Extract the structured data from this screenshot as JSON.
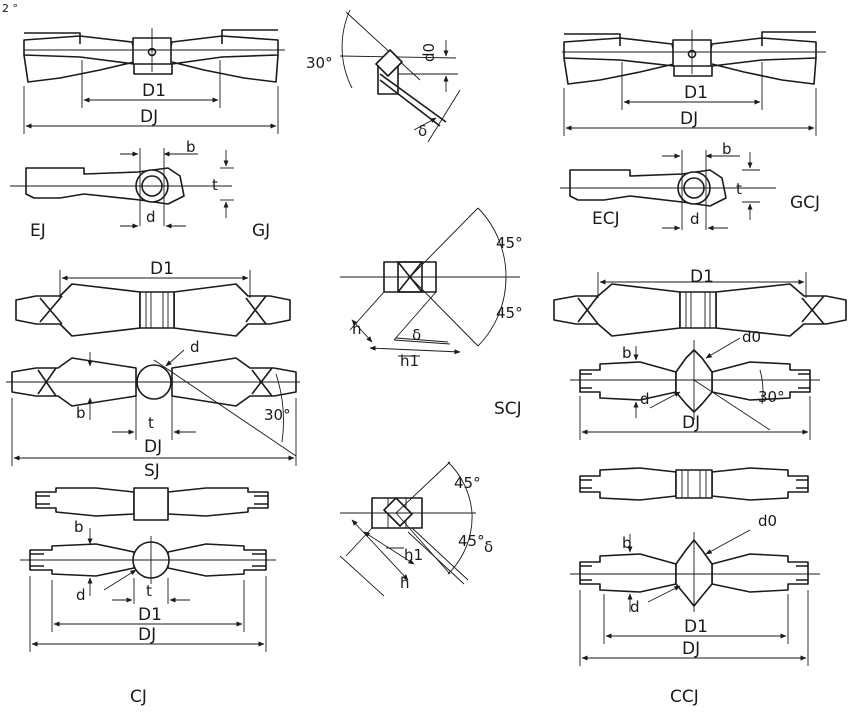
{
  "page_mark": "2 °",
  "figures": {
    "ej_gj": {
      "top": {
        "d1": "D1",
        "dj": "DJ"
      },
      "bottom": {
        "b": "b",
        "t": "t",
        "d": "d",
        "left_label": "EJ",
        "right_label": "GJ"
      }
    },
    "ecj_gcj": {
      "top": {
        "d1": "D1",
        "dj": "DJ"
      },
      "bottom": {
        "b": "b",
        "t": "t",
        "d": "d",
        "left_label": "ECJ",
        "right_label": "GCJ"
      }
    },
    "angle_detail": {
      "angle": "30°",
      "d0": "d0",
      "delta": "δ"
    },
    "sj": {
      "top": {
        "d1": "D1"
      },
      "bottom": {
        "d": "d",
        "b": "b",
        "t": "t",
        "angle": "30°",
        "dj": "DJ",
        "label": "SJ"
      }
    },
    "cross_section_1": {
      "angle_top": "45°",
      "angle_bottom": "45°",
      "h": "h",
      "delta": "δ",
      "h1": "h1"
    },
    "scj": {
      "label": "SCJ",
      "d1": "D1",
      "d0": "d0",
      "b": "b",
      "d": "d",
      "dj": "DJ",
      "angle": "30°"
    },
    "cross_section_2": {
      "angle_top": "45°",
      "angle_bottom": "45°",
      "delta": "δ",
      "h1": "h1",
      "h": "h"
    },
    "cj": {
      "b": "b",
      "d": "d",
      "t": "t",
      "d1": "D1",
      "dj": "DJ",
      "label": "CJ"
    },
    "ccj": {
      "d0": "d0",
      "b": "b",
      "d": "d",
      "d1": "D1",
      "dj": "DJ",
      "label": "CCJ"
    }
  }
}
